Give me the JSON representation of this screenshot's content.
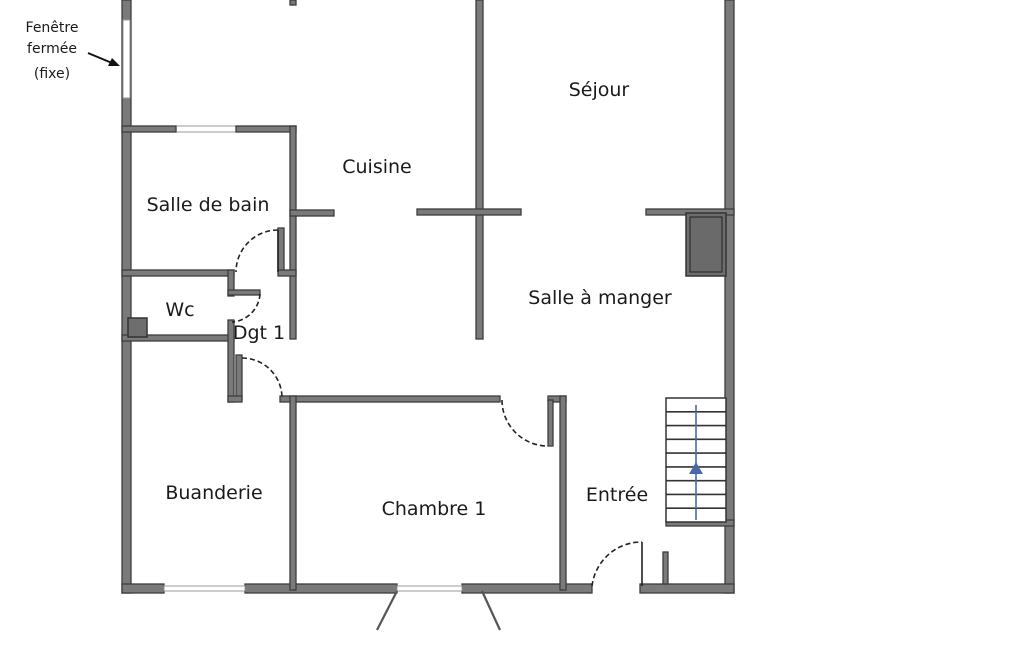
{
  "rooms": {
    "sejour": "Séjour",
    "cuisine": "Cuisine",
    "salle_de_bain": "Salle de bain",
    "salle_a_manger": "Salle à manger",
    "wc": "Wc",
    "dgt": "Dgt 1",
    "buanderie": "Buanderie",
    "chambre": "Chambre 1",
    "entree": "Entrée"
  },
  "annotation": {
    "line1": "Fenêtre",
    "line2": "fermée",
    "line3": "(fixe)"
  },
  "colors": {
    "wall_fill": "#7a7a7a",
    "wall_edge": "#3c3c3c",
    "shaft": "#6e6e6e",
    "stair_arrow": "#4a6aa8",
    "background": "#ffffff"
  }
}
